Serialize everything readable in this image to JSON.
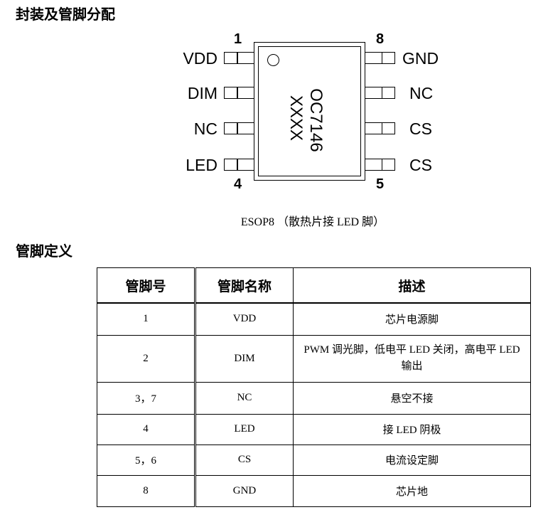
{
  "section1_title": "封装及管脚分配",
  "chip": {
    "marking_line1": "OC7146",
    "marking_line2": "XXXX",
    "left_pins": [
      "VDD",
      "DIM",
      "NC",
      "LED"
    ],
    "right_pins": [
      "GND",
      "NC",
      "CS",
      "CS"
    ],
    "pin_numbers": {
      "top_left": "1",
      "bottom_left": "4",
      "top_right": "8",
      "bottom_right": "5"
    }
  },
  "caption": "ESOP8 （散热片接 LED 脚）",
  "section2_title": "管脚定义",
  "table": {
    "headers": [
      "管脚号",
      "管脚名称",
      "描述"
    ],
    "rows": [
      [
        "1",
        "VDD",
        "芯片电源脚"
      ],
      [
        "2",
        "DIM",
        "PWM 调光脚，低电平 LED 关闭，高电平 LED 输出"
      ],
      [
        "3，7",
        "NC",
        "悬空不接"
      ],
      [
        "4",
        "LED",
        "接 LED 阴极"
      ],
      [
        "5，6",
        "CS",
        "电流设定脚"
      ],
      [
        "8",
        "GND",
        "芯片地"
      ]
    ]
  }
}
